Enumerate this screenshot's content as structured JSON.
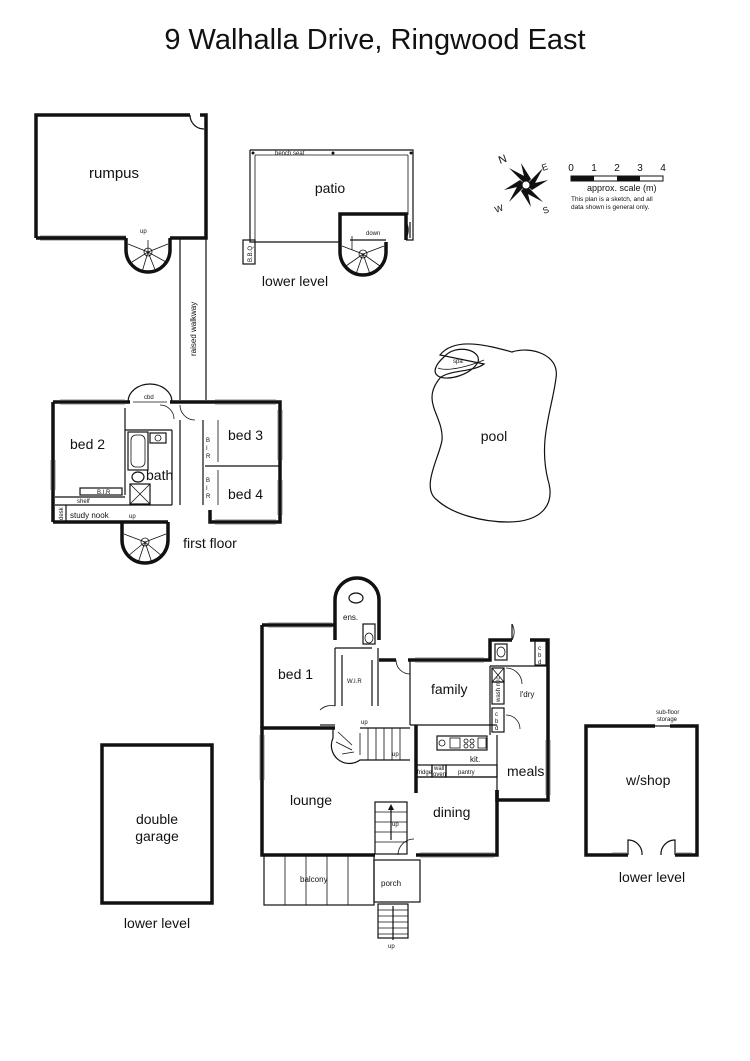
{
  "title": "9 Walhalla Drive, Ringwood East",
  "compass": {
    "n": "N",
    "e": "E",
    "s": "S",
    "w": "W"
  },
  "scale": {
    "ticks": [
      "0",
      "1",
      "2",
      "3",
      "4"
    ],
    "label": "approx. scale (m)",
    "disclaimer_1": "This plan is a sketch, and all",
    "disclaimer_2": "data shown is general only."
  },
  "levels": {
    "lower_patio": "lower level",
    "first_floor": "first floor",
    "garage": "lower level",
    "workshop": "lower level"
  },
  "rooms": {
    "rumpus": "rumpus",
    "patio": "patio",
    "bench_seat": "bench seat",
    "bbq": "B.B.Q",
    "raised_walkway": "raised walkway",
    "pool": "pool",
    "spa": "spa",
    "bed2": "bed 2",
    "bed3": "bed 3",
    "bed4": "bed 4",
    "bath": "bath",
    "study_nook": "study nook",
    "desk": "desk",
    "shelf": "shelf",
    "bir": "B.I.R",
    "cbd": "cbd",
    "bed1": "bed 1",
    "ens": "ens.",
    "wir": "W.I.R",
    "family": "family",
    "ldry": "l'dry",
    "kit": "kit.",
    "meals": "meals",
    "lounge": "lounge",
    "dining": "dining",
    "fridge": "fridge",
    "wall_oven_1": "wall",
    "wall_oven_2": "oven",
    "pantry": "pantry",
    "balcony": "balcony",
    "porch": "porch",
    "double_garage_1": "double",
    "double_garage_2": "garage",
    "wshop": "w/shop",
    "subfloor_1": "sub-floor",
    "subfloor_2": "storage",
    "wash_mc": "wash m/c",
    "cbd_v": "c b d"
  },
  "stairs": {
    "up": "up",
    "down": "down"
  }
}
